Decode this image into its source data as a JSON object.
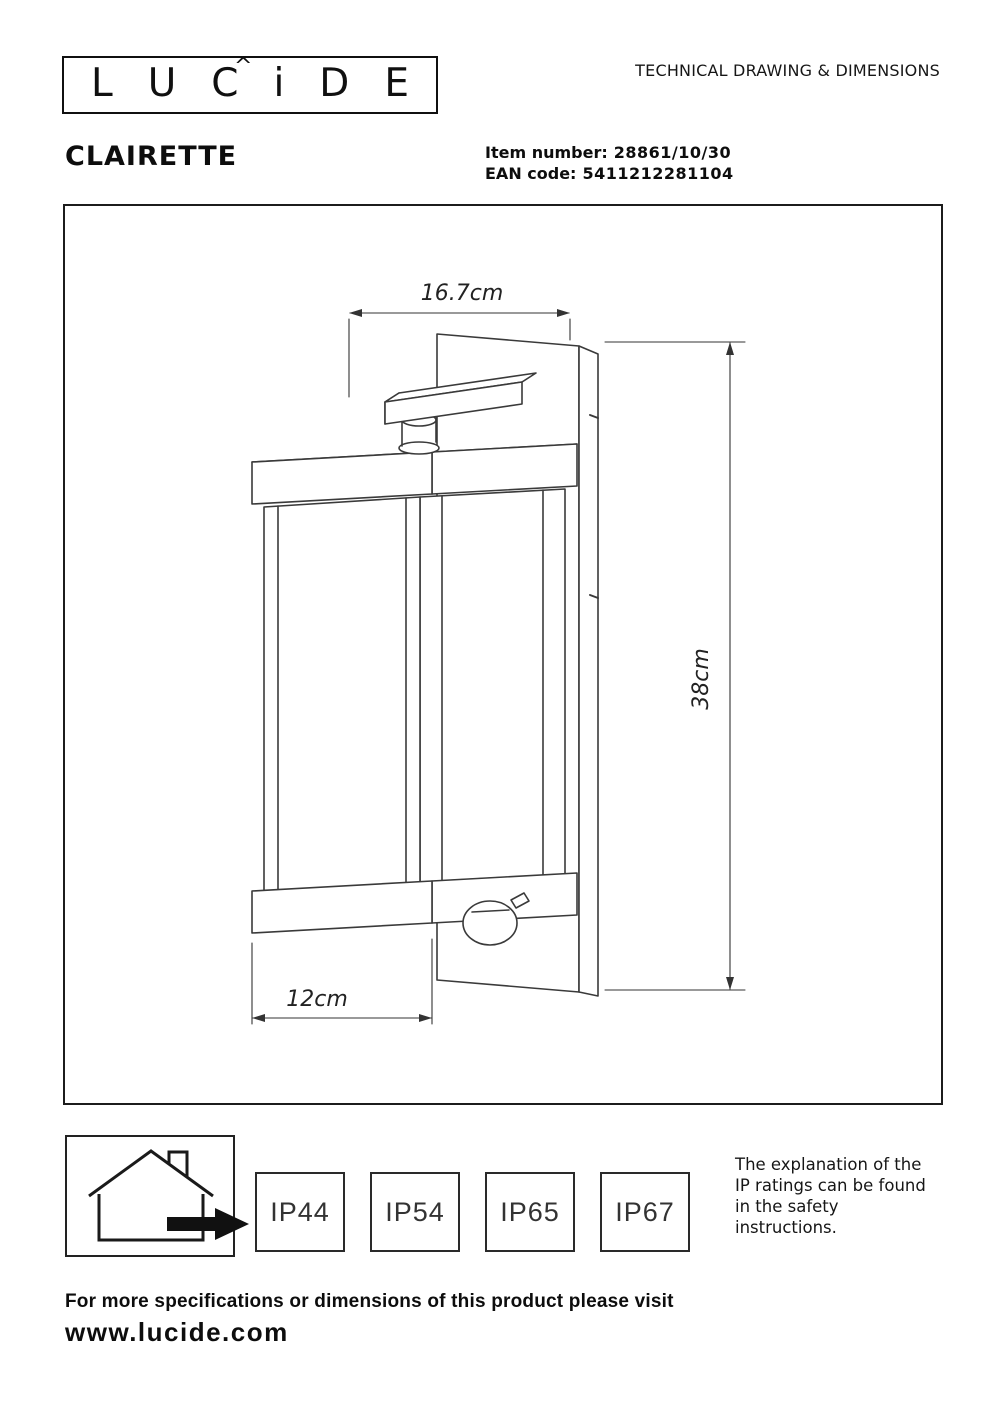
{
  "colors": {
    "ink": "#111111",
    "line": "#3a3a3a"
  },
  "icons": {
    "house": "house-with-chimney-icon",
    "arrow": "right-arrow-icon"
  },
  "header": {
    "logo_letters": [
      "L",
      "U",
      "C",
      "i",
      "D",
      "E"
    ],
    "logo_accent": "^",
    "tagline": "TECHNICAL DRAWING & DIMENSIONS",
    "product_name": "CLAIRETTE",
    "item_number_label": "Item number:",
    "item_number_value": "28861/10/30",
    "ean_label": "EAN code:",
    "ean_value": "5411212281104"
  },
  "drawing": {
    "width_label": "16.7cm",
    "height_label": "38cm",
    "depth_label": "12cm"
  },
  "footer": {
    "ip_ratings": [
      "IP44",
      "IP54",
      "IP65",
      "IP67"
    ],
    "ip_note": "The explanation of the\nIP ratings can be found\nin the safety\ninstructions.",
    "visit_text": "For more specifications or dimensions of this product please visit",
    "website": "www.lucide.com"
  }
}
